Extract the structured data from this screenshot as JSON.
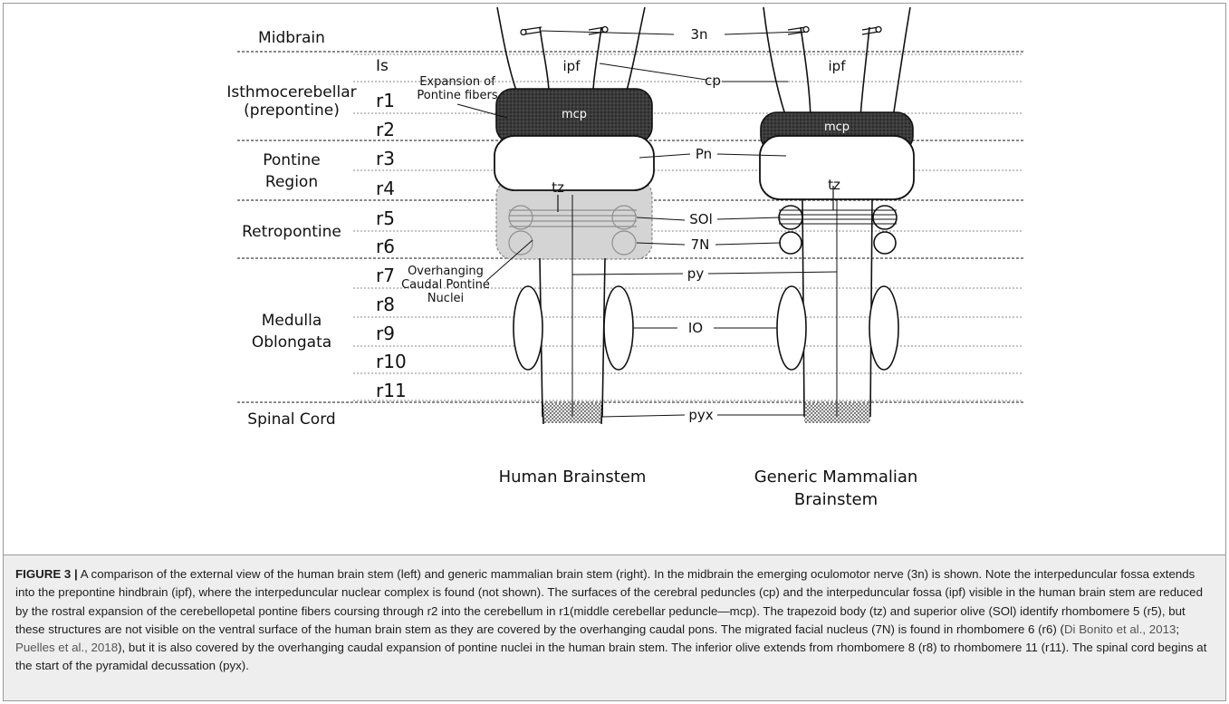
{
  "figure": {
    "region_labels": [
      {
        "key": "midbrain",
        "text": "Midbrain"
      },
      {
        "key": "isthmo1",
        "text": "Isthmocerebellar"
      },
      {
        "key": "isthmo2",
        "text": "(prepontine)"
      },
      {
        "key": "pontine1",
        "text": "Pontine"
      },
      {
        "key": "pontine2",
        "text": "Region"
      },
      {
        "key": "retro",
        "text": "Retropontine"
      },
      {
        "key": "medulla1",
        "text": "Medulla"
      },
      {
        "key": "medulla2",
        "text": "Oblongata"
      },
      {
        "key": "spinal",
        "text": "Spinal Cord"
      }
    ],
    "rhombomeres": [
      "Is",
      "r1",
      "r2",
      "r3",
      "r4",
      "r5",
      "r6",
      "r7",
      "r8",
      "r9",
      "r10",
      "r11"
    ],
    "structure_labels": {
      "3n": "3n",
      "ipf": "ipf",
      "cp": "cp",
      "mcp": "mcp",
      "pn": "Pn",
      "tz": "tz",
      "sol": "SOl",
      "7n": "7N",
      "py": "py",
      "io": "IO",
      "pyx": "pyx"
    },
    "annotations": {
      "expansion": [
        "Expansion of",
        "Pontine fibers"
      ],
      "overhanging": [
        "Overhanging",
        "Caudal Pontine",
        "Nuclei"
      ]
    },
    "panel_titles": {
      "human": "Human Brainstem",
      "generic": [
        "Generic Mammalian",
        "Brainstem"
      ]
    }
  },
  "caption": {
    "label": "FIGURE 3 |",
    "part1": " A comparison of the external view of the human brain stem (left) and generic mammalian brain stem (right). In the midbrain the emerging oculomotor nerve (3n) is shown. Note the interpeduncular fossa extends into the prepontine hindbrain (ipf), where the interpeduncular nuclear complex is found (not shown). The surfaces of the cerebral peduncles (cp) and the interpeduncular fossa (ipf) visible in the human brain stem are reduced by the rostral expansion of the cerebellopetal pontine fibers coursing through r2 into the cerebellum in r1(middle cerebellar peduncle—mcp). The trapezoid body (tz) and superior olive (SOl) identify rhombomere 5 (r5), but these structures are not visible on the ventral surface of the human brain stem as they are covered by the overhanging caudal pons. The migrated facial nucleus (7N) is found in rhombomere 6 (r6) (",
    "ref1": "Di Bonito et al., 2013",
    "sep": "; ",
    "ref2": "Puelles et al., 2018",
    "part2": "), but it is also covered by the overhanging caudal expansion of pontine nuclei in the human brain stem. The inferior olive extends from rhombomere 8 (r8) to rhombomere 11 (r11). The spinal cord begins at the start of the pyramidal decussation (pyx)."
  }
}
